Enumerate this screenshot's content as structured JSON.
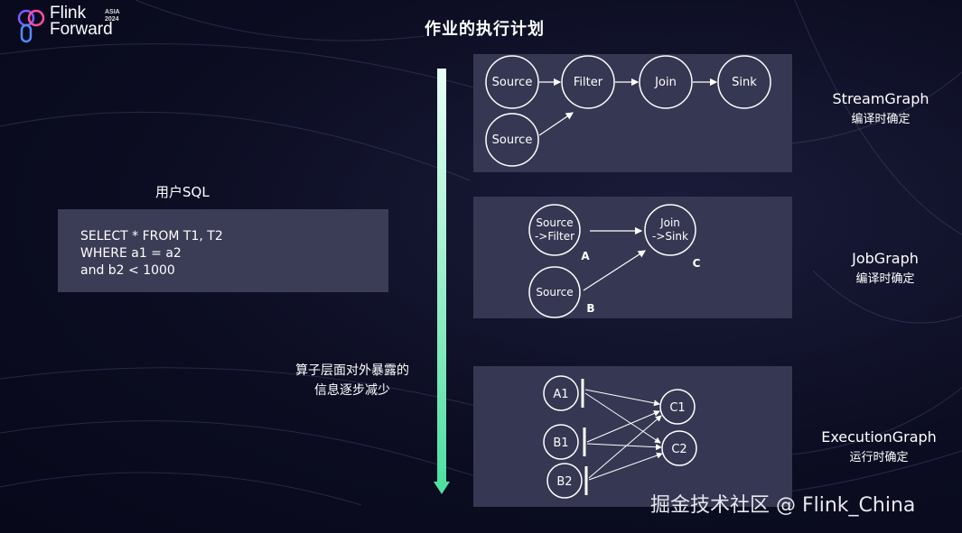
{
  "logo": {
    "line1": "Flink",
    "line2": "Forward",
    "badge1": "ASIA",
    "badge2": "2024"
  },
  "title": "作业的执行计划",
  "sql": {
    "label": "用户SQL",
    "lines": [
      "SELECT * FROM T1, T2",
      "WHERE a1 = a2",
      "and b2 < 1000"
    ]
  },
  "note": {
    "line1": "算子层面对外暴露的",
    "line2": "信息逐步减少"
  },
  "stream_graph": {
    "title": "StreamGraph",
    "subtitle": "编译时确定",
    "nodes": [
      "Source",
      "Filter",
      "Join",
      "Sink",
      "Source"
    ]
  },
  "job_graph": {
    "title": "JobGraph",
    "subtitle": "编译时确定",
    "nodes": [
      {
        "line1": "Source",
        "line2": "->Filter",
        "tag": "A"
      },
      {
        "line1": "Join",
        "line2": "->Sink",
        "tag": "C"
      },
      {
        "line1": "Source",
        "line2": "",
        "tag": "B"
      }
    ]
  },
  "execution_graph": {
    "title": "ExecutionGraph",
    "subtitle": "运行时确定",
    "nodes": [
      "A1",
      "B1",
      "B2",
      "C1",
      "C2"
    ]
  },
  "watermark": "掘金技术社区 @ Flink_China",
  "colors": {
    "arrow": "#7ef0c0",
    "panel": "#363752",
    "sql_box": "#3b3c55"
  }
}
